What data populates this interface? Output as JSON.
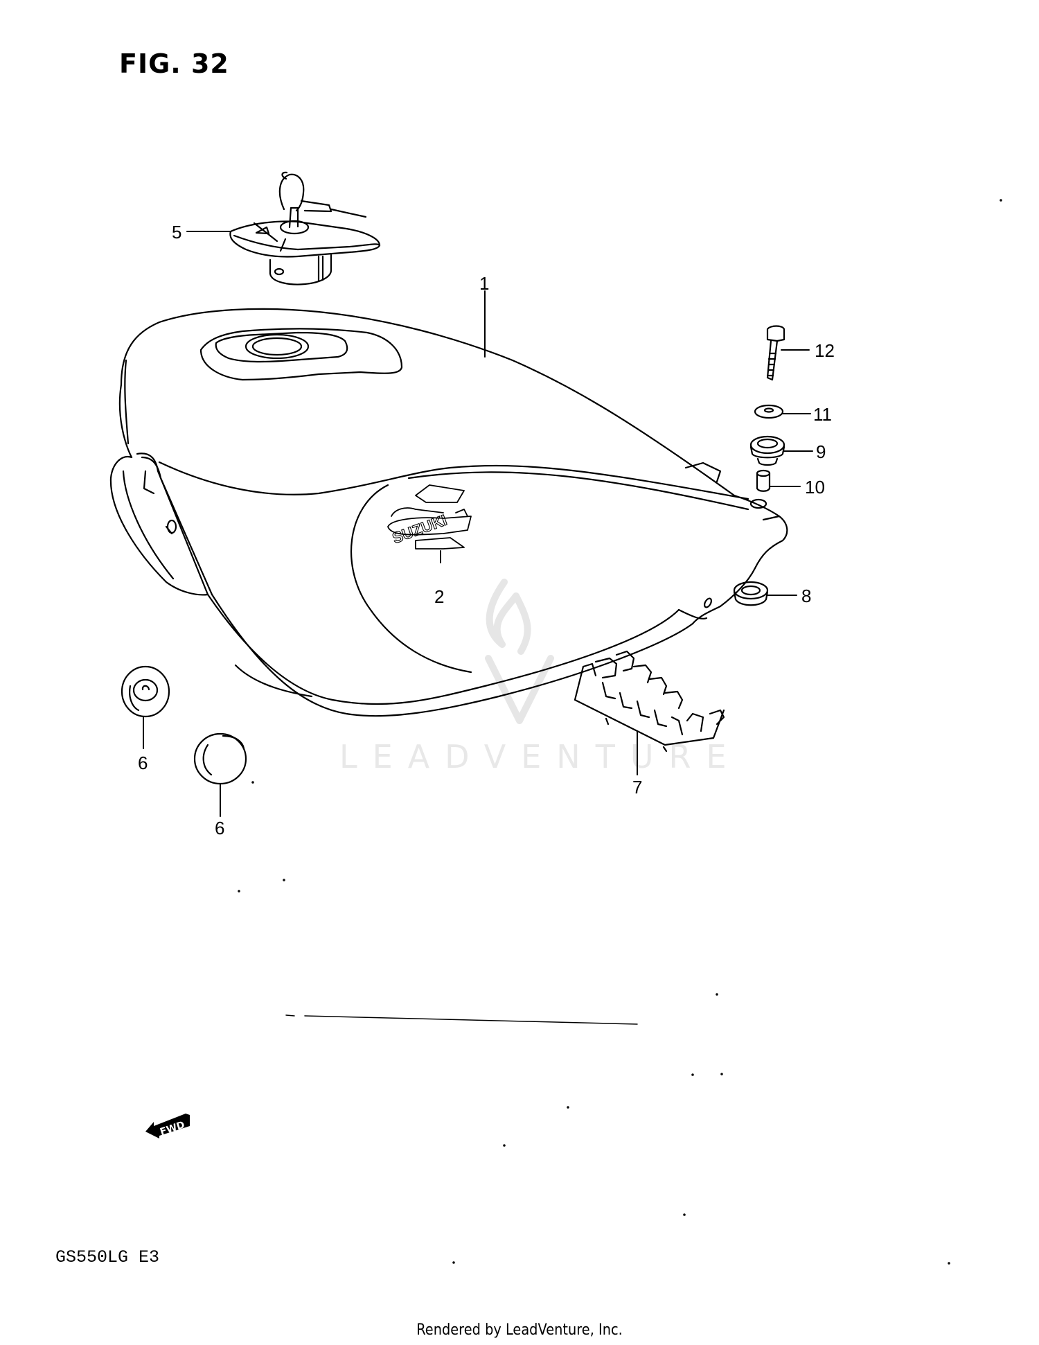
{
  "figure": {
    "title": "FIG. 32",
    "model_code": "GS550LG  E3",
    "footer": "Rendered by LeadVenture, Inc.",
    "watermark": "LEADVENTURE",
    "direction_marker": "FWD"
  },
  "callouts": [
    {
      "number": "1",
      "part": "fuel-tank"
    },
    {
      "number": "2",
      "part": "tank-emblem-suzuki"
    },
    {
      "number": "5",
      "part": "fuel-cap-with-key"
    },
    {
      "number": "6",
      "part": "front-cushion-rubber"
    },
    {
      "number": "6",
      "part": "front-cushion-rubber-cap"
    },
    {
      "number": "7",
      "part": "rear-cushion-pad"
    },
    {
      "number": "8",
      "part": "grommet"
    },
    {
      "number": "9",
      "part": "rear-cushion"
    },
    {
      "number": "10",
      "part": "spacer"
    },
    {
      "number": "11",
      "part": "washer"
    },
    {
      "number": "12",
      "part": "bolt"
    }
  ],
  "emblem_text": "SUZUKI",
  "colors": {
    "line": "#000000",
    "background": "#ffffff",
    "watermark": "#e8e8e8"
  }
}
